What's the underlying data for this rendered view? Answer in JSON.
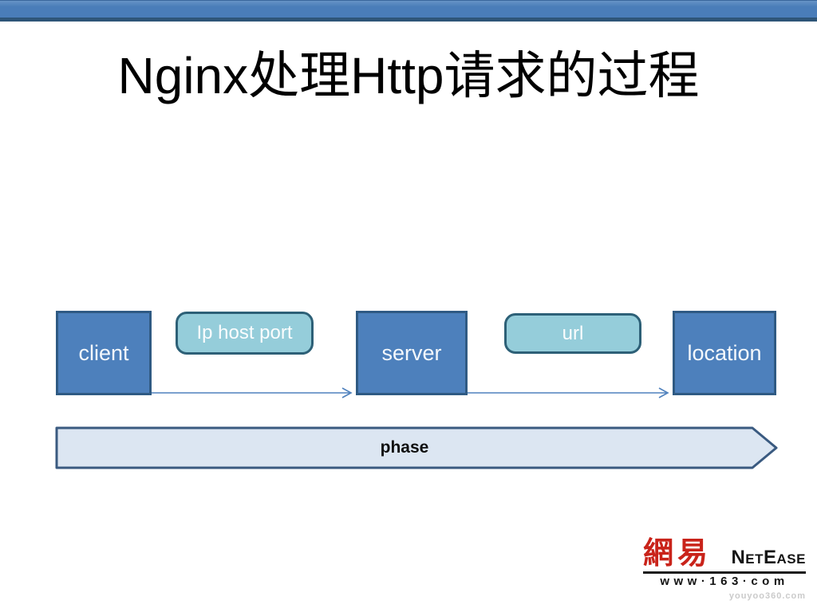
{
  "slide": {
    "title": "Nginx处理Http请求的过程"
  },
  "header": {
    "accent_bar_color": "#4a7db9",
    "accent_bar_border": "#2e5578"
  },
  "diagram": {
    "nodes": [
      {
        "id": "client",
        "type": "process-box",
        "label": "client"
      },
      {
        "id": "ip-host-port",
        "type": "rounded-pill",
        "label": "Ip host port"
      },
      {
        "id": "server",
        "type": "process-box",
        "label": "server"
      },
      {
        "id": "url",
        "type": "rounded-pill",
        "label": "url"
      },
      {
        "id": "location",
        "type": "process-box",
        "label": "location"
      }
    ],
    "flow": [
      {
        "from": "client",
        "to": "server",
        "via": "ip-host-port"
      },
      {
        "from": "server",
        "to": "location",
        "via": "url"
      }
    ],
    "phase_label": "phase",
    "colors": {
      "box_fill": "#4d80bc",
      "box_border": "#2f5a83",
      "box_text": "#f4f8fc",
      "pill_fill": "#95cdda",
      "pill_border": "#2d6077",
      "arrow": "#4f81bd",
      "phase_fill": "#dce6f2",
      "phase_border": "#3a5a80",
      "phase_text": "#101010"
    }
  },
  "footer": {
    "logo_cn": "網易",
    "logo_en": {
      "p1": "N",
      "p2": "ET",
      "p3": "E",
      "p4": "ASE"
    },
    "website": "www·163·com",
    "watermark": "youyoo360.com",
    "logo_red": "#c9231a"
  }
}
